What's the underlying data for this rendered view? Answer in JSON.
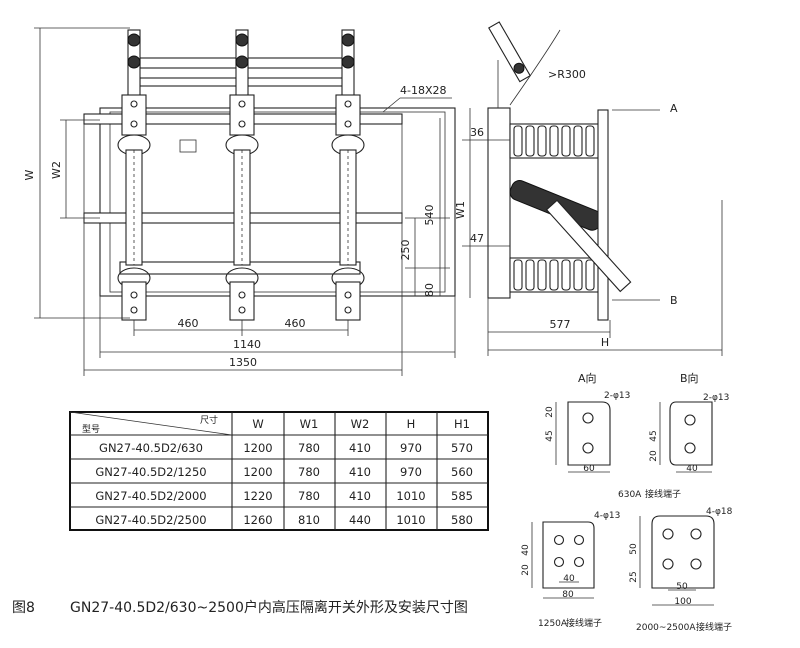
{
  "front_view": {
    "dims": {
      "W": "W",
      "W2": "W2",
      "d540": "540",
      "d250": "250",
      "d80": "80",
      "d460a": "460",
      "d460b": "460",
      "d1140": "1140",
      "d1350": "1350",
      "holes": "4-18X28"
    }
  },
  "side_view": {
    "dims": {
      "R300": ">R300",
      "W1": "W1",
      "d36": "36",
      "d47": "47",
      "d577": "577",
      "H": "H",
      "A": "A",
      "B": "B"
    }
  },
  "table": {
    "header_model": "型号",
    "header_dim": "尺寸",
    "columns": [
      "W",
      "W1",
      "W2",
      "H",
      "H1"
    ],
    "rows": [
      {
        "model": "GN27-40.5D2/630",
        "values": [
          "1200",
          "780",
          "410",
          "970",
          "570"
        ]
      },
      {
        "model": "GN27-40.5D2/1250",
        "values": [
          "1200",
          "780",
          "410",
          "970",
          "560"
        ]
      },
      {
        "model": "GN27-40.5D2/2000",
        "values": [
          "1220",
          "780",
          "410",
          "1010",
          "585"
        ]
      },
      {
        "model": "GN27-40.5D2/2500",
        "values": [
          "1260",
          "810",
          "440",
          "1010",
          "580"
        ]
      }
    ]
  },
  "terminals": {
    "a_view": {
      "title": "A向",
      "holes": "2-φ13",
      "d20": "20",
      "d45": "45",
      "d60": "60"
    },
    "b_view": {
      "title": "B向",
      "holes": "2-φ13",
      "d45": "45",
      "d20": "20",
      "d40": "40"
    },
    "caption_630": "630A",
    "label_630": "接线端子",
    "t1250": {
      "holes": "4-φ13",
      "d40": "40",
      "d20": "20",
      "d40b": "40",
      "d80": "80",
      "caption": "1250A",
      "label": "接线端子"
    },
    "t2500": {
      "holes": "4-φ18",
      "d50": "50",
      "d25": "25",
      "d50b": "50",
      "d100": "100",
      "caption": "2000~2500A",
      "label": "接线端子"
    }
  },
  "figure_caption": {
    "number": "图8",
    "text": "GN27-40.5D2/630~2500户内高压隔离开关外形及安装尺寸图"
  }
}
